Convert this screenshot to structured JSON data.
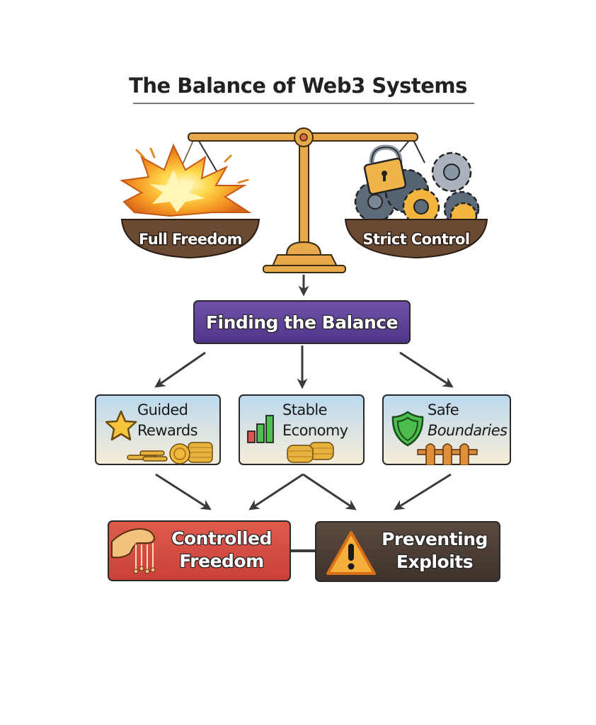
{
  "title": "The Balance of Web3 Systems",
  "scale": {
    "left_pan": {
      "label": "Full Freedom",
      "icon": "explosion-icon"
    },
    "right_pan": {
      "label": "Strict Control",
      "icon": "lock-and-gears-icon"
    }
  },
  "center_node": {
    "label": "Finding the Balance",
    "color": "#5e4297"
  },
  "middle_nodes": [
    {
      "line1": "Guided",
      "line2": "Rewards",
      "icon": "star-icon",
      "decor": "coin-stack-icon"
    },
    {
      "line1": "Stable",
      "line2": "Economy",
      "icon": "bar-chart-icon",
      "decor": "coin-stack-icon"
    },
    {
      "line1": "Safe",
      "line2": "Boundaries",
      "icon": "shield-icon",
      "decor": "fence-icon"
    }
  ],
  "outcome_nodes": [
    {
      "line1": "Controlled",
      "line2": "Freedom",
      "icon": "puppet-hand-icon",
      "color": "#d24d42"
    },
    {
      "line1": "Preventing",
      "line2": "Exploits",
      "icon": "warning-icon",
      "color": "#4a3c33"
    }
  ],
  "colors": {
    "brass": "#e7a94a",
    "pan": "#6b4a33",
    "arrow": "#3a3a3a",
    "card_top": "#bcd9ee",
    "card_bottom": "#f6ecd9"
  }
}
